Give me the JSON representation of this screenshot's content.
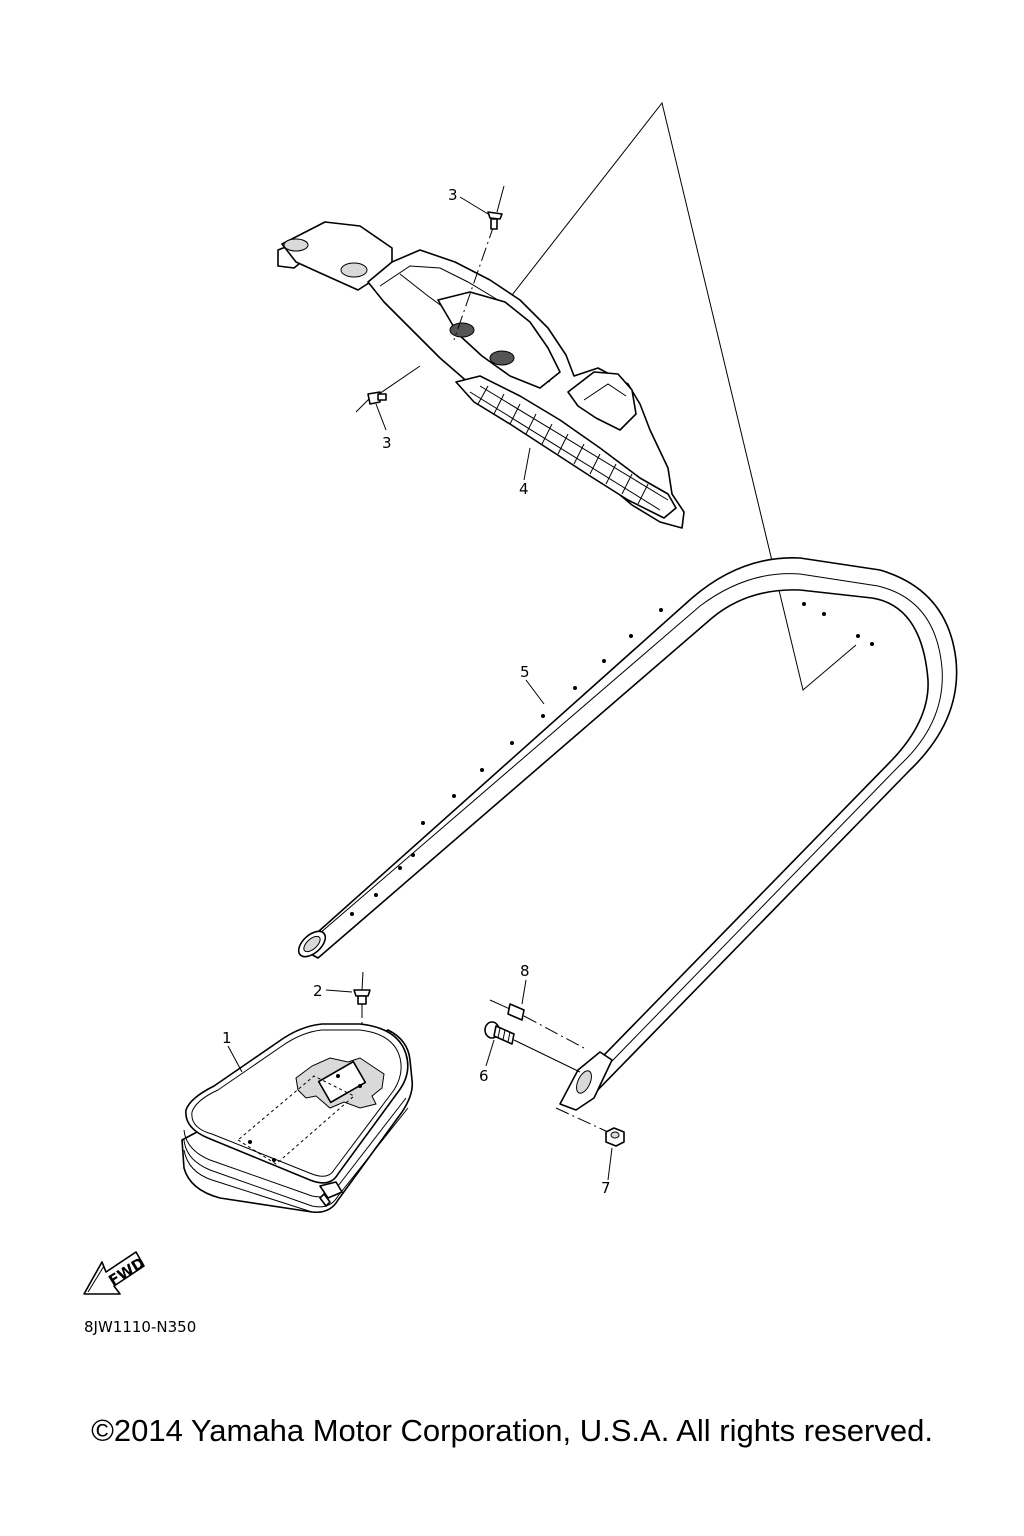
{
  "diagram": {
    "callouts": [
      {
        "id": "c3a",
        "label": "3"
      },
      {
        "id": "c3b",
        "label": "3"
      },
      {
        "id": "c4",
        "label": "4"
      },
      {
        "id": "c5",
        "label": "5"
      },
      {
        "id": "c8",
        "label": "8"
      },
      {
        "id": "c2",
        "label": "2"
      },
      {
        "id": "c1",
        "label": "1"
      },
      {
        "id": "c6",
        "label": "6"
      },
      {
        "id": "c7",
        "label": "7"
      }
    ],
    "fwd_label": "FWD",
    "ref_code": "8JW1110-N350",
    "copyright": "©2014 Yamaha Motor Corporation, U.S.A. All rights reserved."
  }
}
